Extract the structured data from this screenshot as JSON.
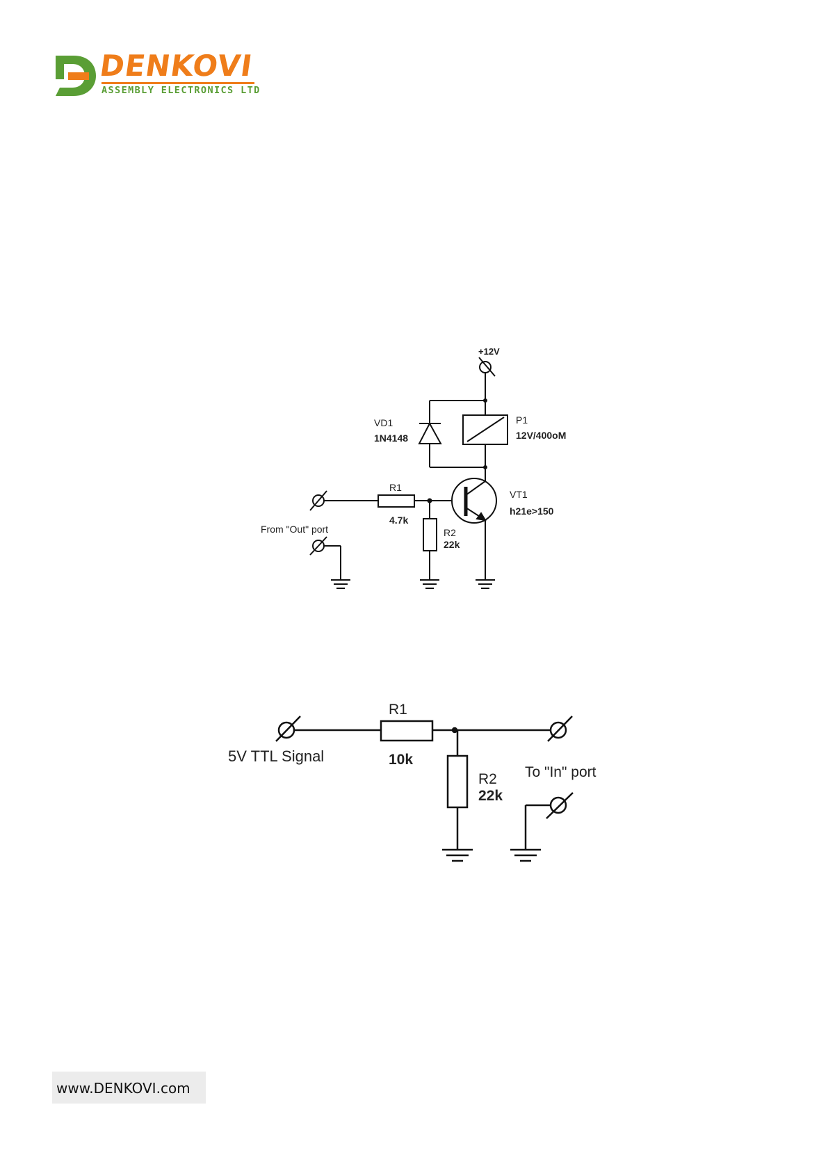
{
  "header": {
    "logo_name": "DENKOVI",
    "logo_tagline": "ASSEMBLY ELECTRONICS LTD",
    "brand_orange": "#ef7d1a",
    "brand_green": "#5a9e35"
  },
  "schematic_relay": {
    "supply_label": "+12V",
    "diode_ref": "VD1",
    "diode_value": "1N4148",
    "relay_ref": "P1",
    "relay_value": "12V/400oM",
    "r1_ref": "R1",
    "r1_value": "4.7k",
    "r2_ref": "R2",
    "r2_value": "22k",
    "transistor_ref": "VT1",
    "transistor_value": "h21e>150",
    "input_label": "From \"Out\" port"
  },
  "schematic_divider": {
    "input_label": "5V TTL Signal",
    "r1_ref": "R1",
    "r1_value": "10k",
    "r2_ref": "R2",
    "r2_value": "22k",
    "output_label": "To \"In\" port"
  },
  "footer": {
    "url": "www.DENKOVI.com"
  }
}
